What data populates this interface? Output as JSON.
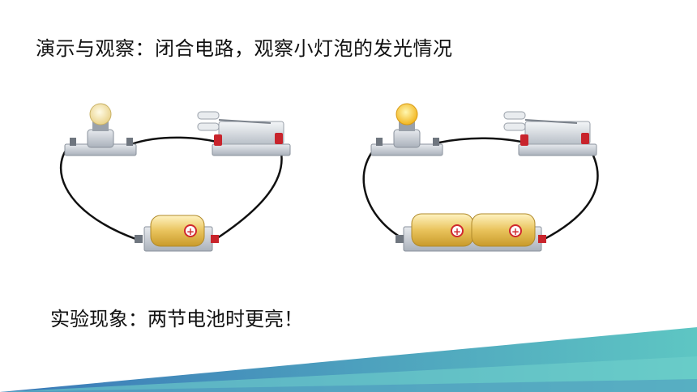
{
  "slide": {
    "title": "演示与观察：闭合电路，观察小灯泡的发光情况",
    "observation": "实验现象：两节电池时更亮！"
  },
  "circuits": [
    {
      "battery_count": 1,
      "bulb_state": "dim"
    },
    {
      "battery_count": 2,
      "bulb_state": "bright"
    }
  ],
  "colors": {
    "wire": "#111111",
    "base": "#c9ced6",
    "battery": "#e8c35a",
    "terminal_red": "#c8242c",
    "bulb_dim": "#f3e1a4",
    "bulb_bright": "#f6c23a",
    "accent_teal": "#5ec6c3",
    "accent_blue": "#3a78b8"
  }
}
